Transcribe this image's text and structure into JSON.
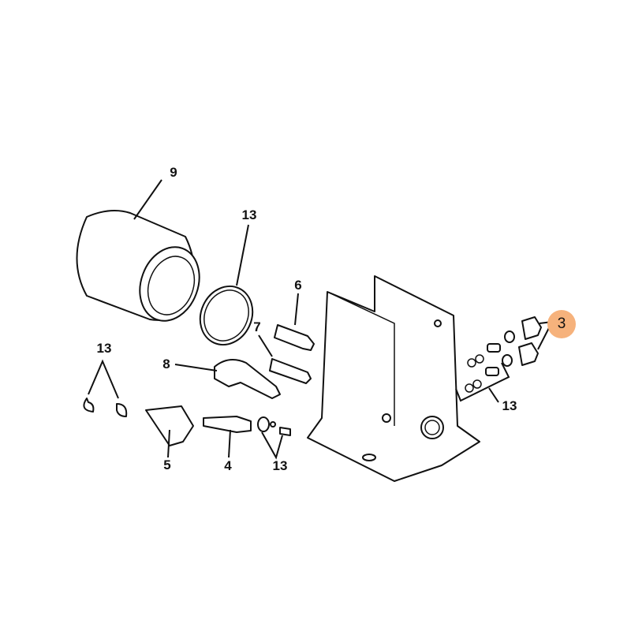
{
  "diagram": {
    "colors": {
      "highlight": "#f6b27c",
      "line": "#111111"
    },
    "callouts": {
      "cylinder": "9",
      "ring": "13",
      "pin_6": "6",
      "pin_7": "7",
      "lever_8": "8",
      "clips": "13",
      "wedge_5": "5",
      "valve_4": "4",
      "orings": "13",
      "caps_3": "3",
      "springs_kit": "13"
    }
  }
}
